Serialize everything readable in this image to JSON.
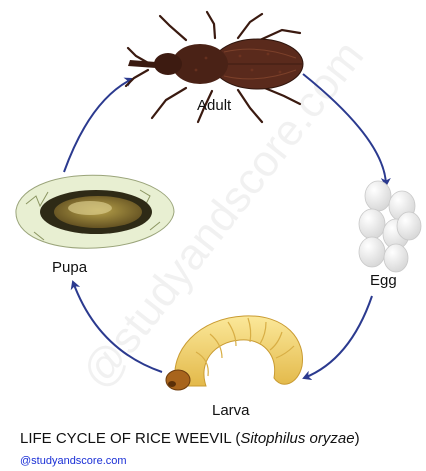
{
  "stages": {
    "adult": "Adult",
    "egg": "Egg",
    "larva": "Larva",
    "pupa": "Pupa"
  },
  "title": {
    "main": "LIFE CYCLE OF RICE WEEVIL (",
    "scientific": "Sitophilus oryzae",
    "close": ")"
  },
  "credit": "@studyandscore.com",
  "watermark": "@studyandscore.com",
  "colors": {
    "arrow": "#2b3a8f",
    "credit": "#1a2fd6",
    "adult_body": "#5a2a1c",
    "egg": "#f4f4f4",
    "larva": "#f3d46a",
    "pupa_grain": "#e8efd2"
  }
}
